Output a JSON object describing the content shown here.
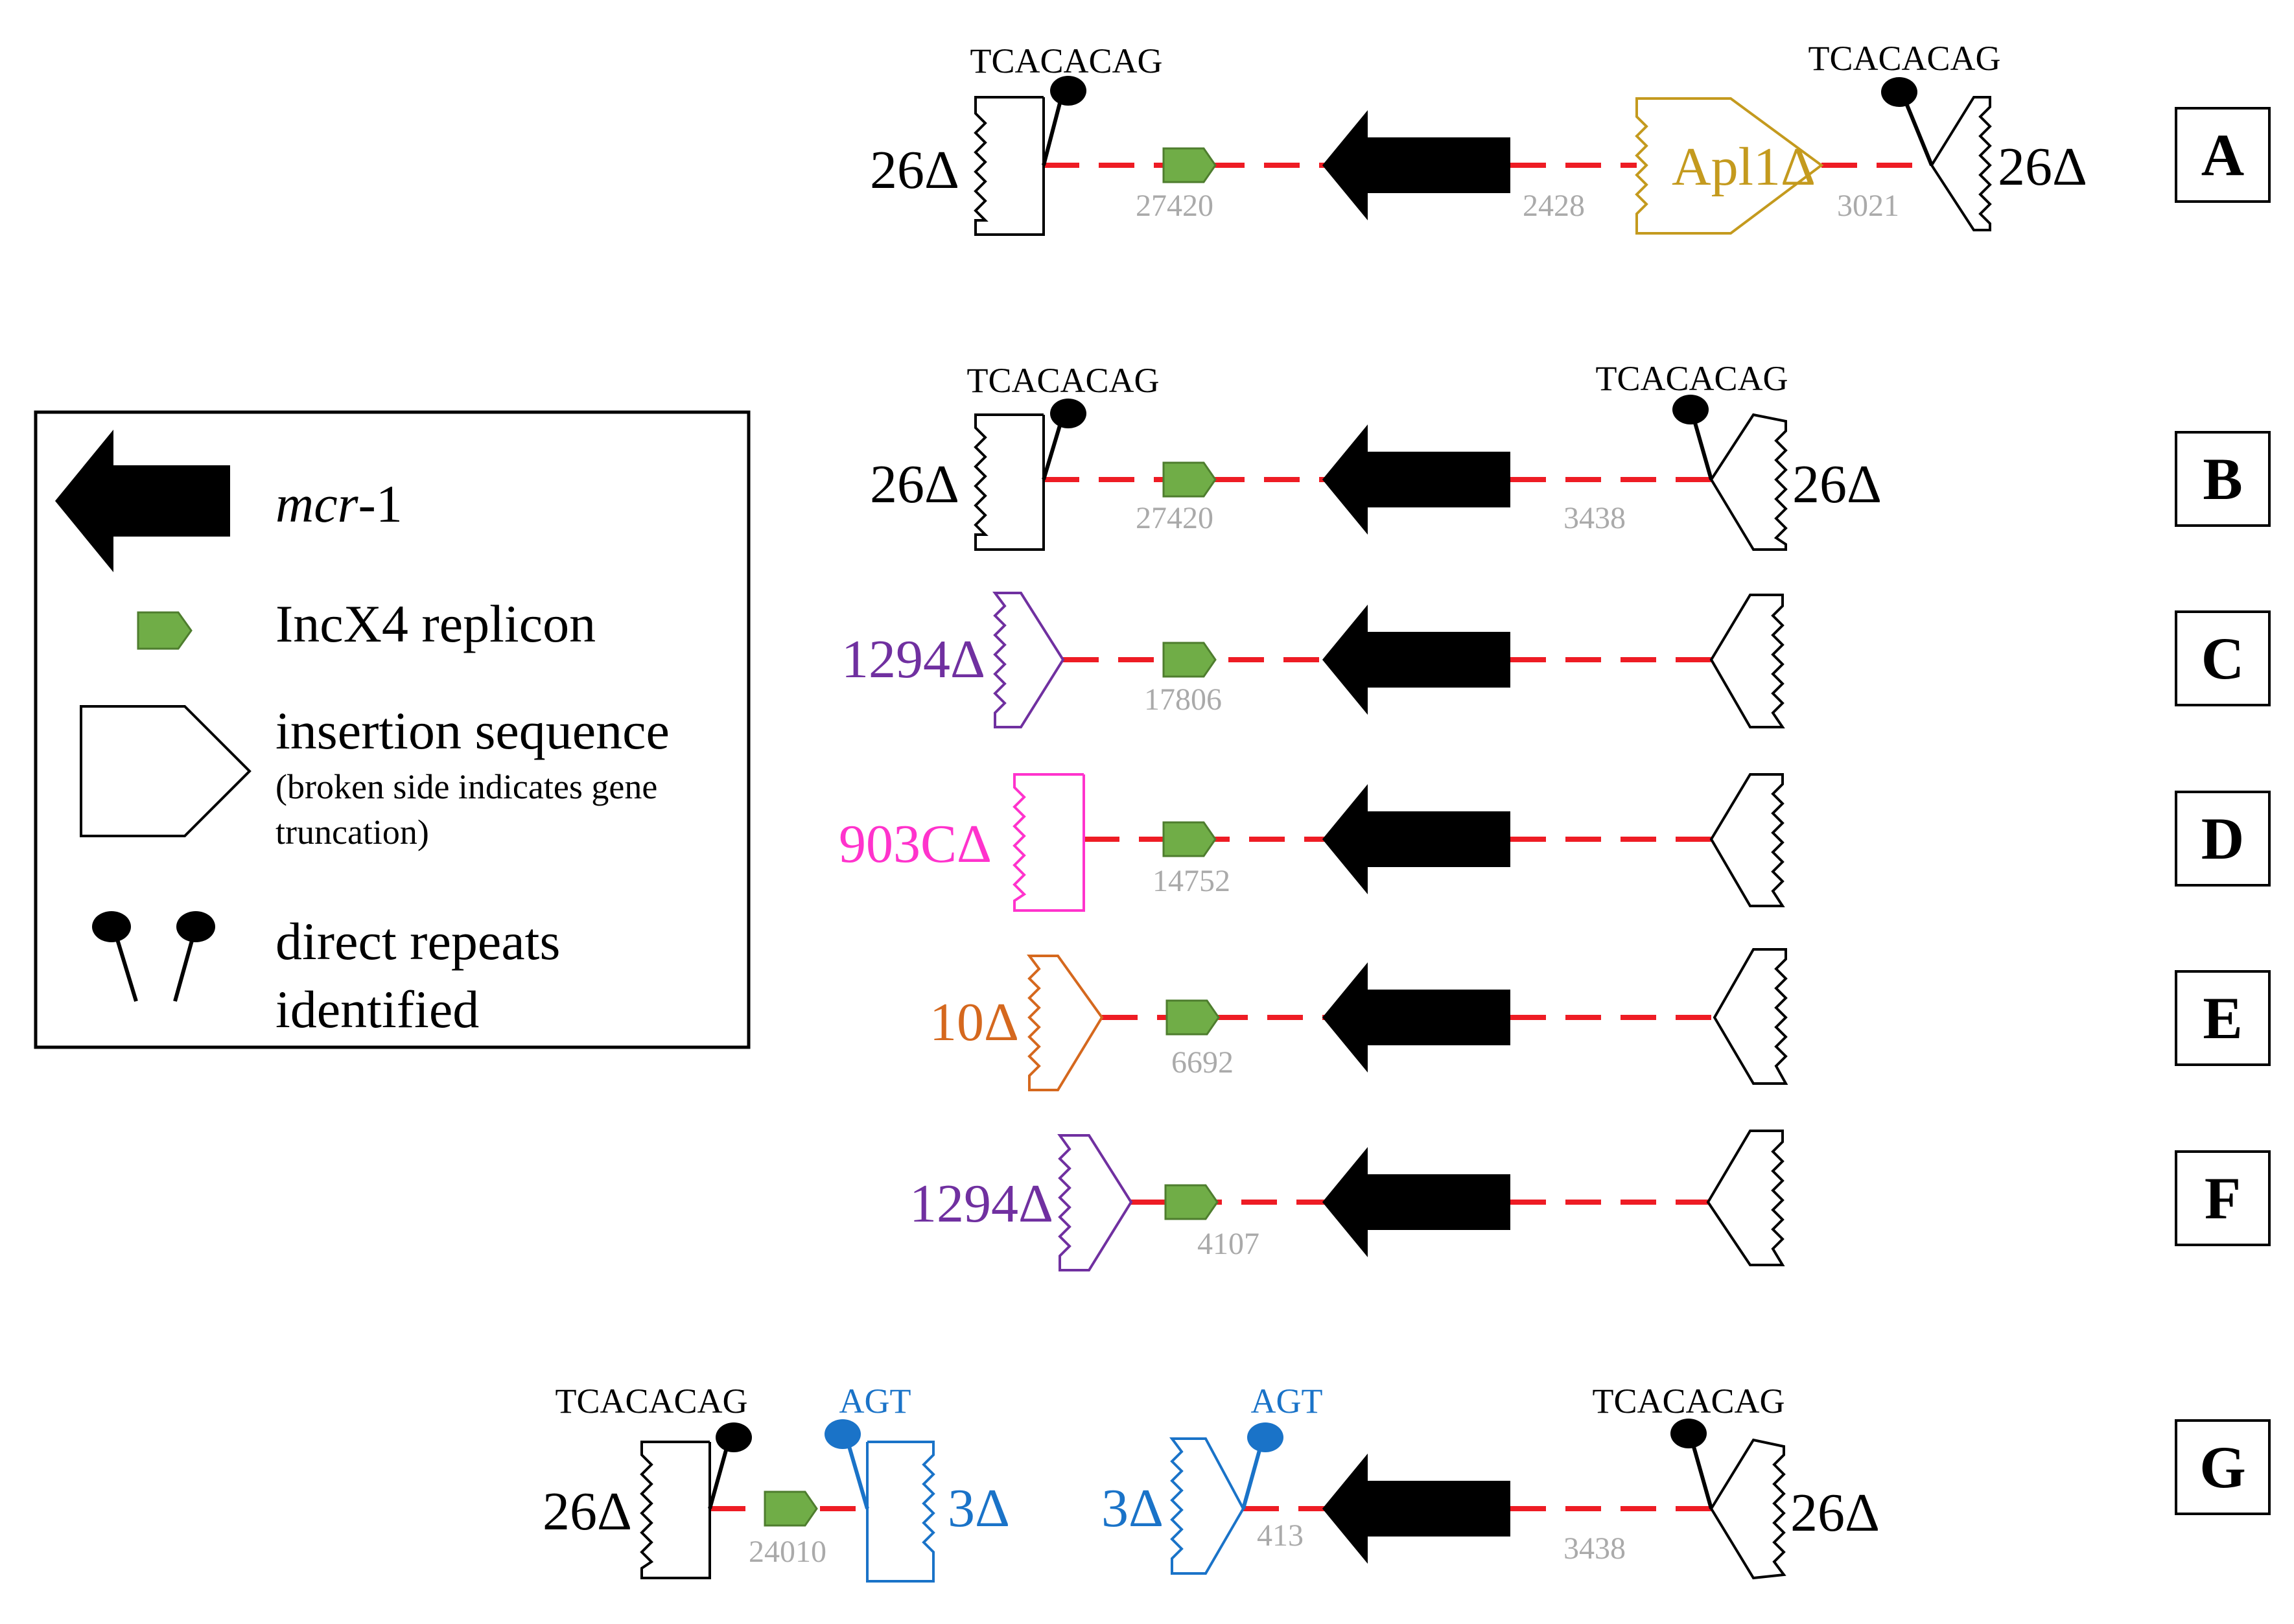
{
  "legend": {
    "mcr1_prefix": "mcr",
    "mcr1_suffix": "-1",
    "incx4": "IncX4 replicon",
    "is_title": "insertion sequence",
    "is_note_1": "(broken side indicates gene",
    "is_note_2": "truncation)",
    "dr_1": "direct repeats",
    "dr_2": "identified"
  },
  "colors": {
    "line": "#ee1c24",
    "replicon_fill": "#70ad47",
    "replicon_stroke": "#4e7d2e",
    "distance": "#aaaaaa",
    "apl1": "#c49a1e",
    "is1294": "#7030a0",
    "is903": "#ff33cc",
    "is10": "#d5681e",
    "is3": "#1a73c8"
  },
  "rows": {
    "A": {
      "label": "A",
      "dr_left": "TCACACAG",
      "dr_right": "TCACACAG",
      "is_left": "26Δ",
      "is_right": "26Δ",
      "is_mid": "Apl1Δ",
      "d1": "27420",
      "d2": "2428",
      "d3": "3021"
    },
    "B": {
      "label": "B",
      "dr_left": "TCACACAG",
      "dr_right": "TCACACAG",
      "is_left": "26Δ",
      "is_right": "26Δ",
      "d1": "27420",
      "d2": "3438"
    },
    "C": {
      "label": "C",
      "is_left": "1294Δ",
      "d1": "17806"
    },
    "D": {
      "label": "D",
      "is_left": "903CΔ",
      "d1": "14752"
    },
    "E": {
      "label": "E",
      "is_left": "10Δ",
      "d1": "6692"
    },
    "F": {
      "label": "F",
      "is_left": "1294Δ",
      "d1": "4107"
    },
    "G": {
      "label": "G",
      "dr_left": "TCACACAG",
      "dr_agt1": "AGT",
      "dr_agt2": "AGT",
      "dr_right": "TCACACAG",
      "is_left": "26Δ",
      "is_3a": "3Δ",
      "is_3b": "3Δ",
      "is_right": "26Δ",
      "d1": "24010",
      "d2": "413",
      "d3": "3438"
    }
  }
}
